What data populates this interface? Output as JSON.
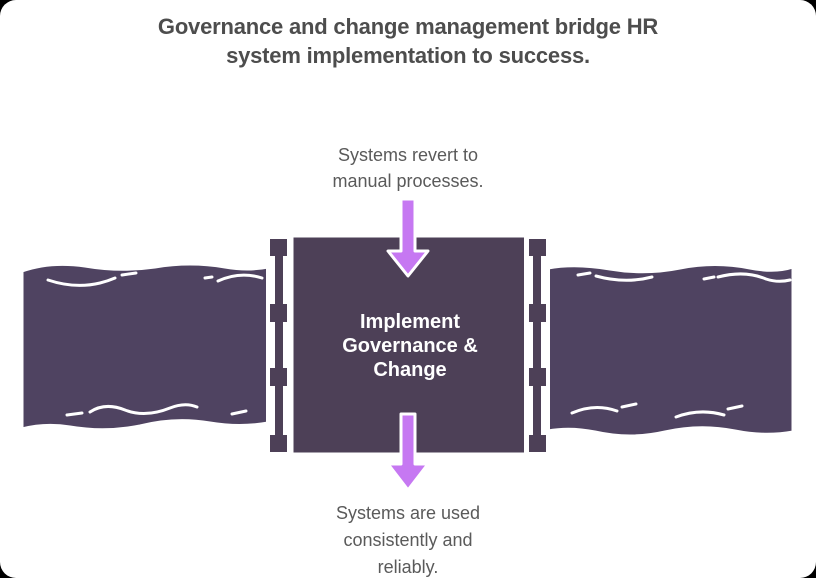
{
  "colors": {
    "outside": "#000000",
    "canvas": "#ffffff",
    "title": "#4d4d4d",
    "caption": "#5a5a5a",
    "box": "#4d4057",
    "water": "#4f4361",
    "outline": "#ffffff",
    "arrow": "#c678f2",
    "label": "#ffffff"
  },
  "title": {
    "lines": [
      "Governance and change management bridge HR",
      "system implementation to success."
    ]
  },
  "captions": {
    "top": {
      "lines": [
        "Systems revert to",
        "manual processes."
      ]
    },
    "bottom": {
      "lines": [
        "Systems are used",
        "consistently and",
        "reliably."
      ]
    }
  },
  "bridge": {
    "label_lines": [
      "Implement",
      "Governance &",
      "Change"
    ]
  },
  "arrows": {
    "top_direction": "down",
    "bottom_direction": "down"
  }
}
